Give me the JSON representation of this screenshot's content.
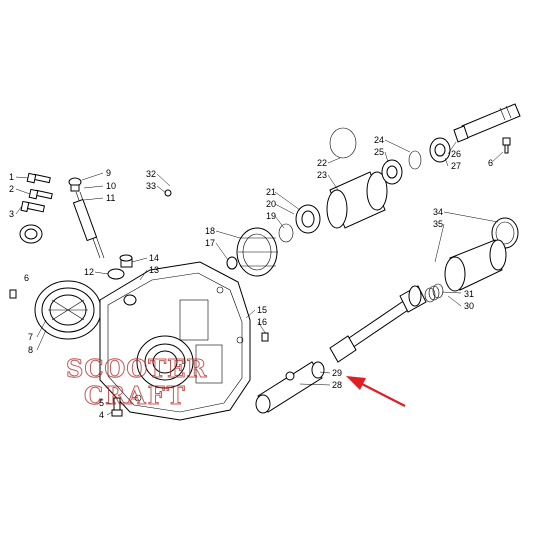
{
  "diagram": {
    "labels": {
      "1": "1",
      "2": "2",
      "3": "3",
      "4": "4",
      "5": "5",
      "6a": "6",
      "6b": "6",
      "7": "7",
      "8": "8",
      "9": "9",
      "10": "10",
      "11": "11",
      "12": "12",
      "13": "13",
      "14": "14",
      "15": "15",
      "16": "16",
      "17": "17",
      "18": "18",
      "19": "19",
      "20": "20",
      "21": "21",
      "22": "22",
      "23": "23",
      "24": "24",
      "25": "25",
      "26": "26",
      "27": "27",
      "28": "28",
      "29": "29",
      "30": "30",
      "31": "31",
      "32": "32",
      "33": "33",
      "34": "34",
      "35": "35"
    },
    "highlight_arrow_color": "#e01e24"
  },
  "watermark": {
    "line1": "SCOOTER",
    "line2": "CRAFT",
    "color": "#b22222"
  }
}
